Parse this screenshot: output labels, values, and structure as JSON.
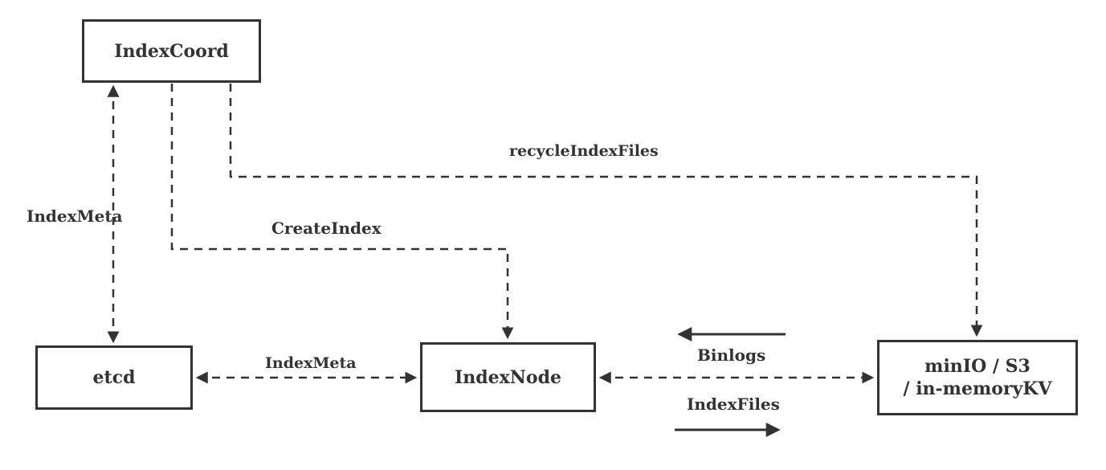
{
  "diagram": {
    "nodes": {
      "index_coord": {
        "label": "IndexCoord"
      },
      "etcd": {
        "label": "etcd"
      },
      "index_node": {
        "label": "IndexNode"
      },
      "storage": {
        "label_line1": "minIO / S3",
        "label_line2": "/ in-memoryKV"
      }
    },
    "edges": {
      "index_meta_left": {
        "label": "IndexMeta",
        "style": "dashed",
        "direction": "both",
        "from": "IndexCoord",
        "to": "etcd"
      },
      "create_index": {
        "label": "CreateIndex",
        "style": "dashed",
        "direction": "forward",
        "from": "IndexCoord",
        "to": "IndexNode"
      },
      "recycle_index_files": {
        "label": "recycleIndexFiles",
        "style": "dashed",
        "direction": "forward",
        "from": "IndexCoord",
        "to": "storage"
      },
      "index_meta_bottom": {
        "label": "IndexMeta",
        "style": "dashed",
        "direction": "both",
        "from": "etcd",
        "to": "IndexNode"
      },
      "index_node_storage": {
        "label": "",
        "style": "dashed",
        "direction": "both",
        "from": "IndexNode",
        "to": "storage"
      },
      "binlogs": {
        "label": "Binlogs",
        "style": "solid",
        "direction": "left"
      },
      "index_files": {
        "label": "IndexFiles",
        "style": "solid",
        "direction": "right"
      }
    },
    "colors": {
      "stroke": "#333333",
      "text": "#333333",
      "background": "#ffffff"
    }
  }
}
